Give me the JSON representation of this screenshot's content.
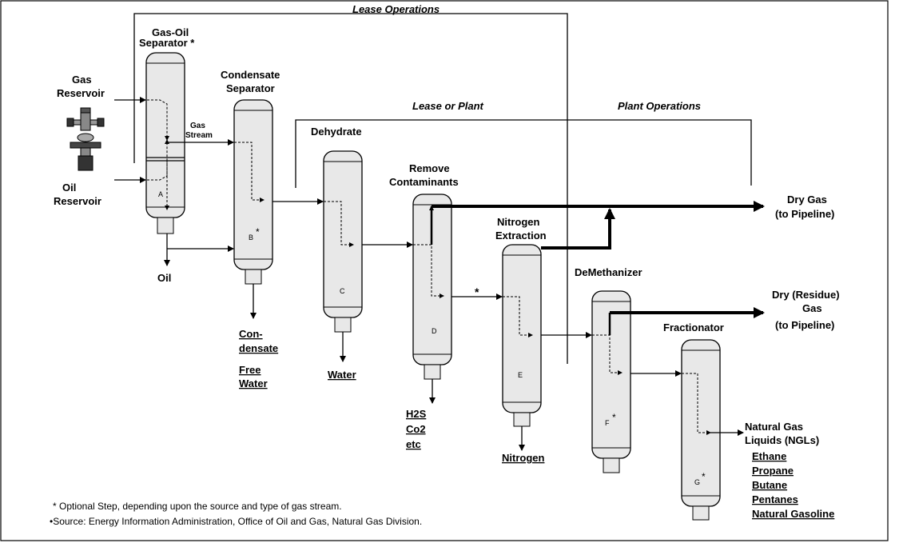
{
  "sections": {
    "lease_operations": "Lease Operations",
    "lease_or_plant": "Lease or Plant",
    "plant_operations": "Plant Operations"
  },
  "inputs": {
    "gas_reservoir": [
      "Gas",
      "Reservoir"
    ],
    "oil_reservoir": [
      "Oil",
      "Reservoir"
    ]
  },
  "vessels": {
    "gas_oil_separator": {
      "title": [
        "Gas-Oil",
        "Separator *"
      ],
      "letter": "A",
      "gas_stream": [
        "Gas",
        "Stream"
      ],
      "output": "Oil"
    },
    "condensate_separator": {
      "title": [
        "Condensate",
        "Separator"
      ],
      "letter": "B",
      "outputs": [
        "Con-",
        "densate",
        "Free",
        "Water"
      ]
    },
    "dehydrate": {
      "title": "Dehydrate",
      "letter": "C",
      "output": "Water"
    },
    "remove_contaminants": {
      "title": [
        "Remove",
        "Contaminants"
      ],
      "letter": "D",
      "outputs": [
        "H2S",
        "Co2",
        "etc"
      ]
    },
    "nitrogen_extraction": {
      "title": [
        "Nitrogen",
        "Extraction"
      ],
      "letter": "E",
      "output": "Nitrogen"
    },
    "demethanizer": {
      "title": "DeMethanizer",
      "letter": "F"
    },
    "fractionator": {
      "title": "Fractionator",
      "letter": "G"
    }
  },
  "outputs": {
    "dry_gas": [
      "Dry  Gas",
      "(to Pipeline)"
    ],
    "dry_residue_gas": [
      "Dry (Residue)",
      "Gas",
      "(to Pipeline)"
    ],
    "ngl_title": [
      "Natural Gas",
      "Liquids (NGLs)"
    ],
    "ngl_items": [
      "Ethane",
      "Propane",
      "Butane",
      "Pentanes",
      "Natural Gasoline"
    ]
  },
  "star": "*",
  "footnotes": {
    "optional": "* Optional Step, depending upon the source and type of gas stream.",
    "source": "•Source: Energy Information Administration, Office of Oil and Gas, Natural Gas Division."
  }
}
